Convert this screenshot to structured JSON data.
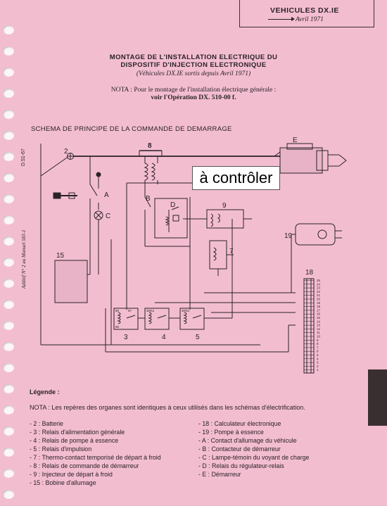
{
  "header": {
    "vehicle": "VEHICULES  DX.IE",
    "date": "Avril 1971"
  },
  "title_line1": "MONTAGE DE L'INSTALLATION ELECTRIQUE DU",
  "title_line2": "DISPOSITIF D'INJECTION ELECTRONIQUE",
  "subtitle": "(Véhicules DX.IE sortis depuis Avril 1971)",
  "nota_line1": "NOTA : Pour le montage de l'installation électrique générale :",
  "nota_line2": "voir l'Opération DX. 510-00 f.",
  "schema_title": "SCHEMA DE PRINCIPE DE LA COMMANDE DE DEMARRAGE",
  "side_ref": "D.51-67",
  "side_addendum": "Additif N° 2 au Manuel 583-1",
  "overlay_text": "à contrôler",
  "diagram_labels": {
    "n2": "2",
    "n8": "8",
    "nE": "E",
    "nA": "A",
    "nB": "B",
    "nC": "C",
    "nD": "D",
    "n9": "9",
    "n7": "7",
    "n19": "19",
    "n15": "15",
    "n18": "18",
    "n3": "3",
    "n4": "4",
    "n5": "5",
    "relay_a": "85",
    "relay_b": "86",
    "relay_c": "30/51",
    "relay_d": "87",
    "relay_e": "30/51"
  },
  "terminal_numbers": [
    "25",
    "24",
    "23",
    "22",
    "21",
    "20",
    "19",
    "18",
    "17",
    "16",
    "15",
    "14",
    "13",
    "12",
    "11",
    "10",
    "9",
    "8",
    "7",
    "6",
    "5",
    "4",
    "3",
    "2",
    "1"
  ],
  "legend_title": "Légende :",
  "legend_nota": "NOTA : Les repères des organes sont identiques à ceux utilisés dans les schémas d'électrification.",
  "legend_left": [
    "- 2 : Batterie",
    "- 3 : Relais d'alimentation générale",
    "- 4 : Relais de pompe à essence",
    "- 5 : Relais d'impulsion",
    "- 7 : Thermo-contact temporisé de départ à froid",
    "- 8 : Relais de commande de démarreur",
    "- 9 : Injecteur de départ à froid",
    "- 15 : Bobine d'allumage"
  ],
  "legend_right": [
    "- 18 : Calculateur électronique",
    "- 19 : Pompe à essence",
    "- A : Contact d'allumage du véhicule",
    "- B : Contacteur de démarreur",
    "- C : Lampe-témoin du voyant de charge",
    "- D : Relais du régulateur-relais",
    "- E : Démarreur"
  ]
}
